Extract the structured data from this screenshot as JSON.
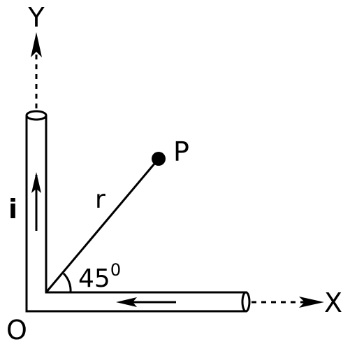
{
  "labels": {
    "y_axis": "Y",
    "x_axis": "X",
    "origin": "O",
    "point": "P",
    "radius": "r",
    "current": "i",
    "angle_value": "45",
    "angle_unit": "0"
  },
  "colors": {
    "ink": "#000000",
    "background": "#ffffff"
  }
}
